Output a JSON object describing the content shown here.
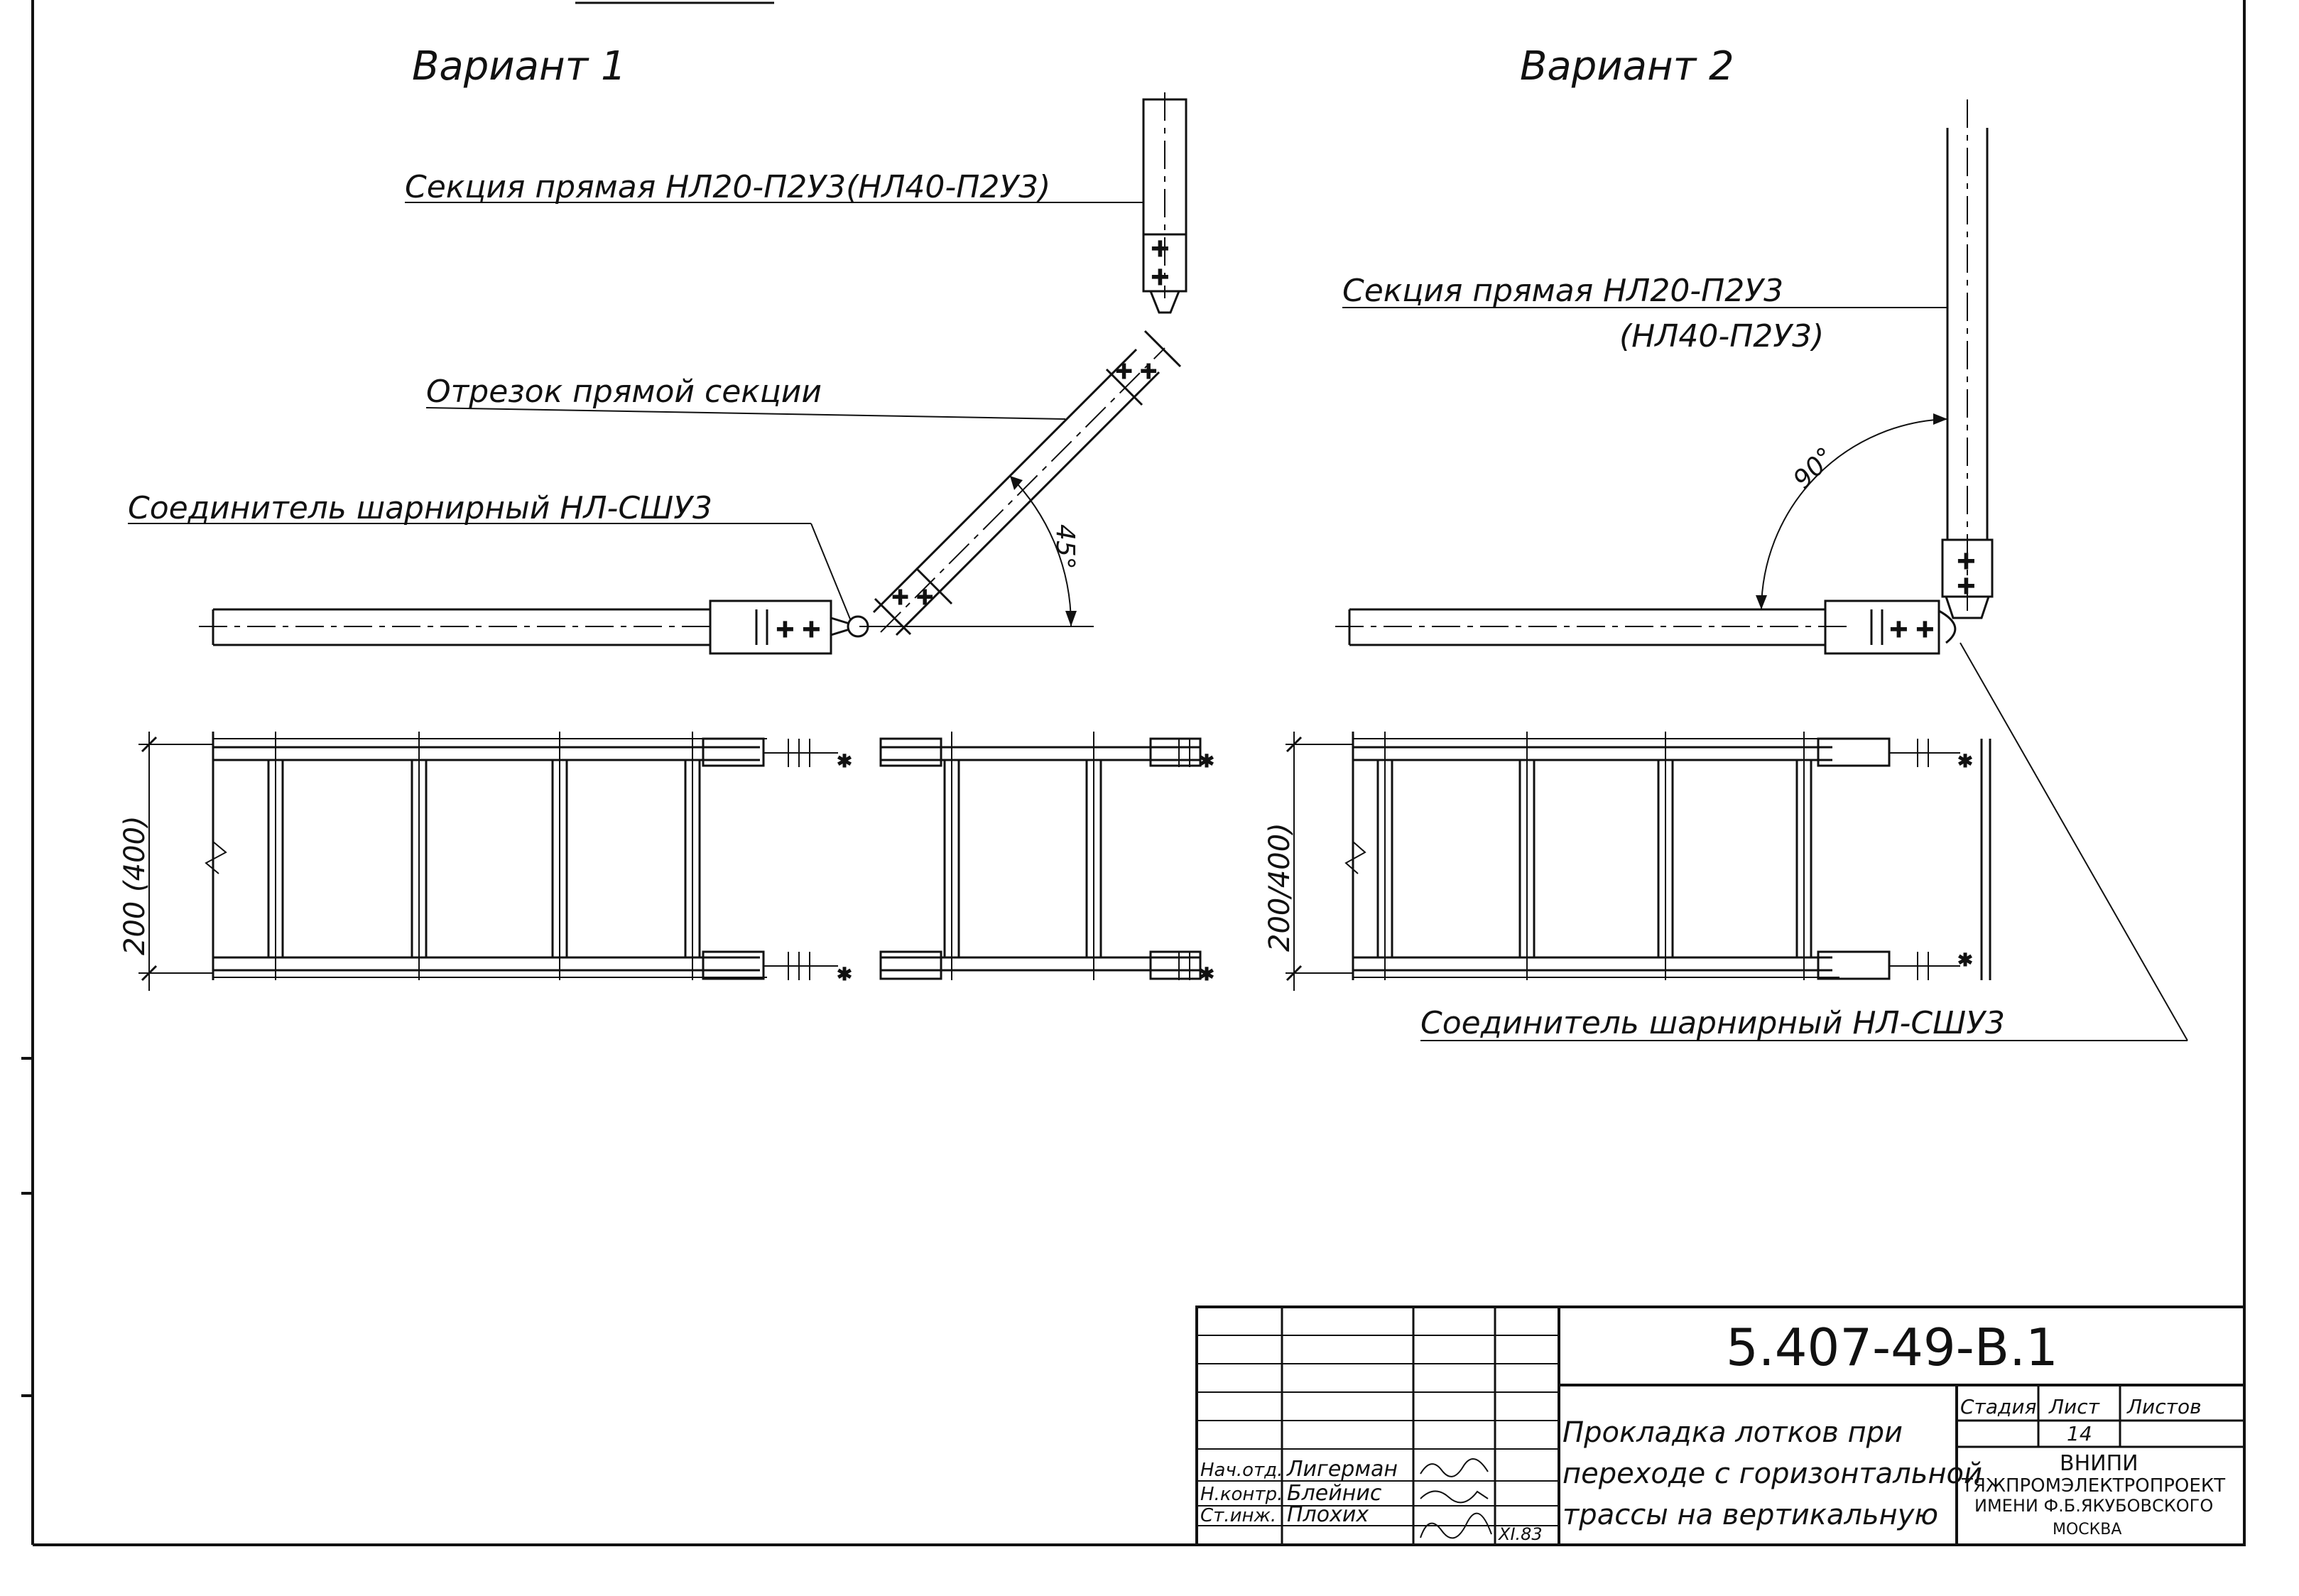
{
  "variant1": {
    "title": "Вариант 1",
    "label_straight_section": "Секция прямая НЛ20-П2У3(НЛ40-П2У3)",
    "label_cut_section": "Отрезок прямой секции",
    "label_connector": "Соединитель шарнирный НЛ-СШУ3",
    "angle": "45°",
    "width_dim": "200 (400)"
  },
  "variant2": {
    "title": "Вариант 2",
    "label_straight_section_line1": "Секция прямая НЛ20-П2У3",
    "label_straight_section_line2": "(НЛ40-П2У3)",
    "angle": "90°",
    "width_dim": "200/400)",
    "label_connector": "Соединитель шарнирный НЛ-СШУ3"
  },
  "title_block": {
    "document_code": "5.407-49-В.1",
    "title_lines": [
      "Прокладка лотков при",
      "переходе с горизонтальной",
      "трассы на вертикальную"
    ],
    "stage_header": "Стадия",
    "sheet_header": "Лист",
    "sheets_header": "Листов",
    "sheet_number": "14",
    "org_lines": [
      "ВНИПИ",
      "ТЯЖПРОМЭЛЕКТРОПРОЕКТ",
      "ИМЕНИ Ф.Б.ЯКУБОВСКОГО",
      "МОСКВА"
    ],
    "signatures": [
      {
        "role": "Нач.отд.",
        "name": "Лигерман",
        "date": ""
      },
      {
        "role": "Н.контр.",
        "name": "Блейнис",
        "date": ""
      },
      {
        "role": "Ст.инж.",
        "name": "Плохих",
        "date": "XI.83"
      }
    ]
  }
}
